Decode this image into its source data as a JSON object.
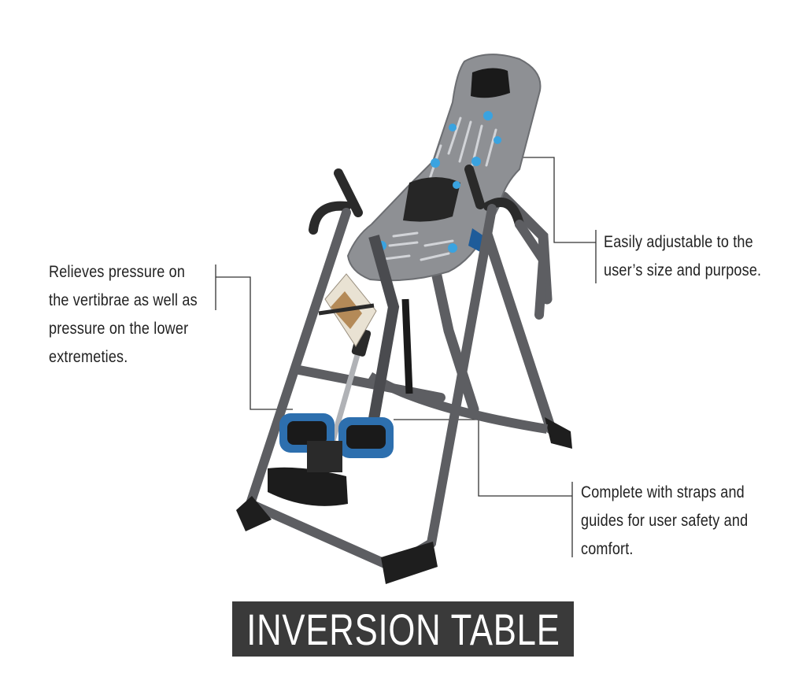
{
  "callouts": {
    "left": {
      "lines": [
        "Relieves pressure on",
        "the vertibrae as well as",
        "pressure on the lower",
        "extremeties."
      ]
    },
    "right_top": {
      "lines": [
        "Easily adjustable to the",
        "user’s size and purpose."
      ]
    },
    "right_bottom": {
      "lines": [
        "Complete with straps and",
        "guides for user safety and",
        "comfort."
      ]
    }
  },
  "title": "INVERSION TABLE",
  "colors": {
    "frame": "#5d5e62",
    "bed": "#8e9094",
    "accent_blue": "#2f8fd0",
    "banner": "#3a3a3a",
    "text": "#222222"
  }
}
